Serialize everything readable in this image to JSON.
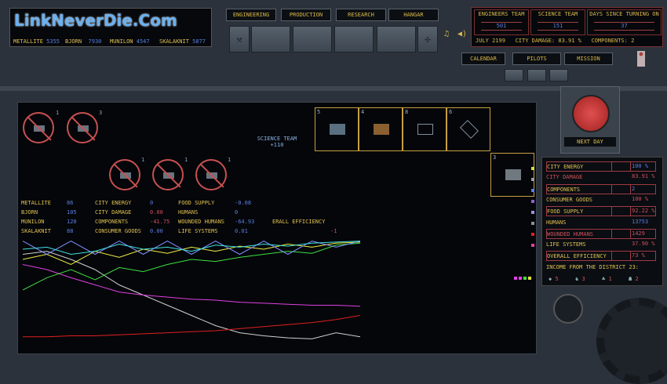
{
  "watermark": "LinkNeverDie.Com",
  "resources": [
    {
      "name": "METALLITE",
      "value": "5355"
    },
    {
      "name": "BJORN",
      "value": "7930"
    },
    {
      "name": "MUNILON",
      "value": "4547"
    },
    {
      "name": "SKALAKNIT",
      "value": "5877"
    }
  ],
  "nav": [
    "ENGINEERING",
    "PRODUCTION",
    "RESEARCH",
    "HANGAR"
  ],
  "nav2": [
    "CALENDAR",
    "PILOTS",
    "MISSION"
  ],
  "teams": [
    {
      "label": "ENGINEERS TEAM",
      "value": "501"
    },
    {
      "label": "SCIENCE TEAM",
      "value": "151"
    },
    {
      "label": "DAYS SINCE TURNING ON",
      "value": "37"
    }
  ],
  "status": "JULY 2199   CITY DAMAGE: 83.91 %   COMPONENTS: 2",
  "next_day": "NEXT DAY",
  "banned_top": [
    "1",
    "3"
  ],
  "banned_mid": [
    "1",
    "1",
    "1"
  ],
  "science_team": {
    "label": "SCIENCE TEAM",
    "value": "+110"
  },
  "cards": [
    "5",
    "4",
    "8",
    "6",
    "3"
  ],
  "stats": [
    [
      {
        "l": "METALLITE",
        "v": "86"
      },
      {
        "l": "CITY ENERGY",
        "v": "0"
      },
      {
        "l": "FOOD SUPPLY",
        "v": "-0.08"
      }
    ],
    [
      {
        "l": "BJORN",
        "v": "105"
      },
      {
        "l": "CITY DAMAGE",
        "v": "0.00"
      },
      {
        "l": "HUMANS",
        "v": "0"
      }
    ],
    [
      {
        "l": "MUNILON",
        "v": "120"
      },
      {
        "l": "COMPONENTS",
        "v": "-41.75"
      },
      {
        "l": "WOUNDED HUMANS",
        "v": "-64.93"
      },
      {
        "l": "ERALL EFFICIENCY",
        "v": ""
      }
    ],
    [
      {
        "l": "SKALAKNIT",
        "v": "88"
      },
      {
        "l": "CONSUMER GOODS",
        "v": "0.00"
      },
      {
        "l": "LIFE SYSTEMS",
        "v": "0.01"
      },
      {
        "l": "",
        "v": "-1"
      }
    ]
  ],
  "city": [
    {
      "l": "CITY ENERGY",
      "v": "100 %",
      "box": true,
      "c": "b"
    },
    {
      "l": "CITY DAMAGE",
      "v": "83.91 %",
      "box": false,
      "c": "r"
    },
    {
      "l": "COMPONENTS",
      "v": "2",
      "box": true,
      "c": "b"
    },
    {
      "l": "CONSUMER GOODS",
      "v": "100 %",
      "box": false,
      "c": "r"
    },
    {
      "l": "FOOD SUPPLY",
      "v": "92.22 %",
      "box": true,
      "c": "r"
    },
    {
      "l": "HUMANS",
      "v": "13753",
      "box": false,
      "c": "b"
    },
    {
      "l": "WOUNDED HUMANS",
      "v": "1429",
      "box": true,
      "c": "r"
    },
    {
      "l": "LIFE SYSTEMS",
      "v": "37.90 %",
      "box": false,
      "c": "r"
    },
    {
      "l": "OVERALL EFFICIENCY",
      "v": "73 %",
      "box": true,
      "c": "r"
    }
  ],
  "income": {
    "label": "INCOME FROM THE DISTRICT 23:",
    "values": [
      "5",
      "3",
      "1",
      "2"
    ]
  },
  "graph": {
    "series": [
      {
        "color": "#d0d0d0",
        "values": [
          85,
          88,
          80,
          70,
          55,
          45,
          35,
          25,
          15,
          8,
          5,
          3,
          2,
          8,
          4
        ]
      },
      {
        "color": "#e02020",
        "values": [
          4,
          4,
          5,
          5,
          6,
          7,
          8,
          9,
          10,
          12,
          14,
          16,
          18,
          21,
          25
        ]
      },
      {
        "color": "#e040e0",
        "values": [
          75,
          70,
          62,
          55,
          48,
          45,
          43,
          41,
          40,
          38,
          37,
          36,
          35,
          35,
          34
        ]
      },
      {
        "color": "#40e040",
        "values": [
          50,
          62,
          70,
          60,
          72,
          68,
          75,
          80,
          78,
          82,
          85,
          88,
          86,
          94,
          96
        ]
      },
      {
        "color": "#f0f040",
        "values": [
          80,
          85,
          75,
          88,
          82,
          90,
          86,
          92,
          88,
          93,
          90,
          95,
          92,
          96,
          97
        ]
      },
      {
        "color": "#8090ff",
        "values": [
          98,
          85,
          98,
          85,
          98,
          85,
          98,
          85,
          98,
          85,
          98,
          85,
          98,
          92,
          98
        ]
      },
      {
        "color": "#40e0e0",
        "values": [
          90,
          92,
          85,
          88,
          95,
          90,
          92,
          88,
          94,
          92,
          95,
          93,
          96,
          97,
          98
        ]
      }
    ]
  },
  "legend_dots": [
    "#e0e040",
    "#a0a0a0",
    "#6080e0",
    "#9060d0",
    "#a090e0",
    "#909090",
    "#e02020",
    "#e040a0"
  ]
}
